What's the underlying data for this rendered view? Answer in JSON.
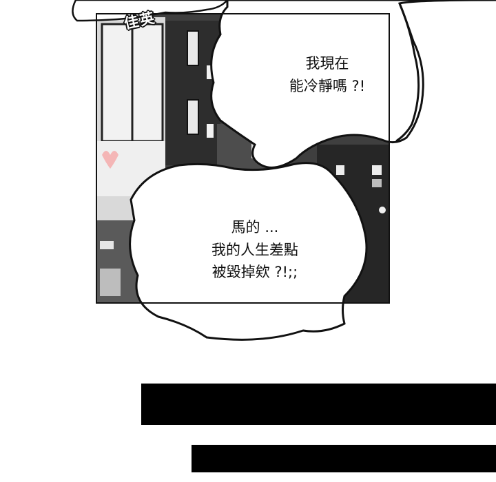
{
  "speaker_name": "佳英",
  "bubble_top": {
    "text": "我現在\n能冷靜嗎 ?!"
  },
  "bubble_bottom": {
    "text": "馬的 ...\n我的人生差點\n被毀掉欸 ?!;;"
  },
  "colors": {
    "panel_dark": "#3a3a3a",
    "panel_mid": "#5a5a5a",
    "bubble_fill": "#ffffff",
    "ink": "#111111",
    "redaction": "#000000"
  }
}
